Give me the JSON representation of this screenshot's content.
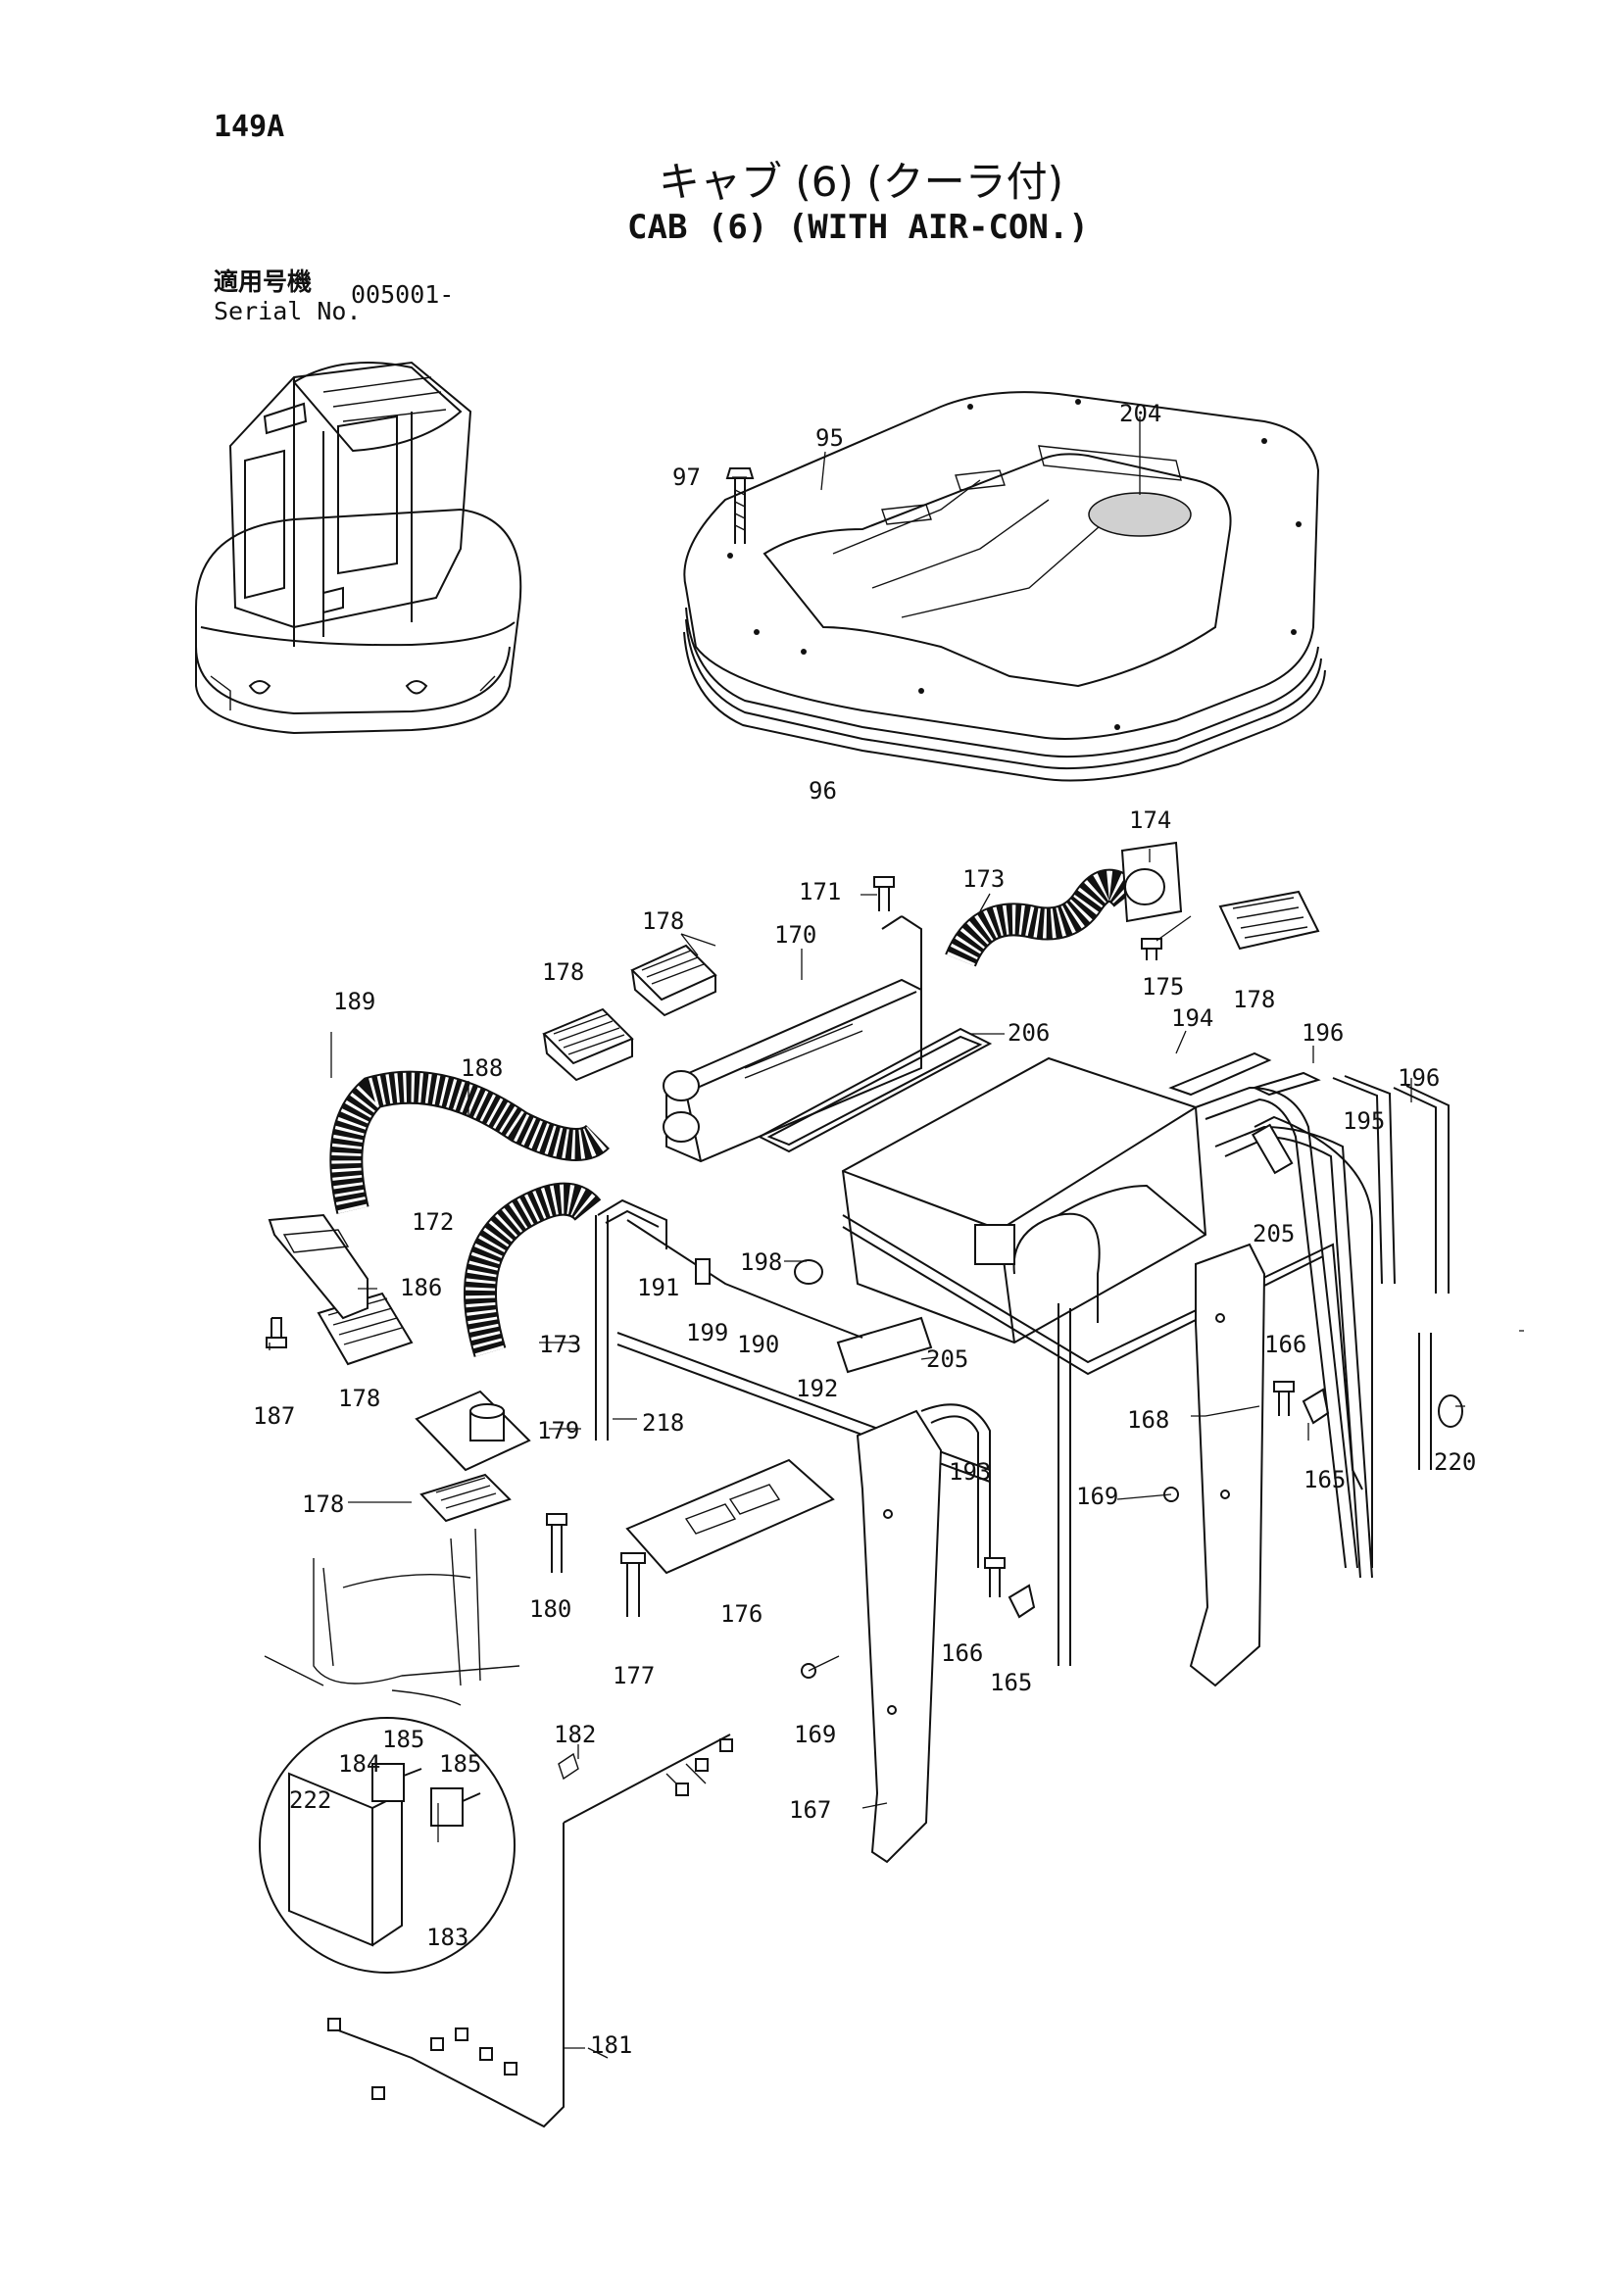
{
  "page_id": "149A",
  "title_jp": "キャブ (6) (クーラ付)",
  "title_en": "CAB (6) (WITH AIR-CON.)",
  "serial_label_jp": "適用号機",
  "serial_label_en": "Serial No.",
  "serial_value": "005001-",
  "callouts": {
    "c95": "95",
    "c96": "96",
    "c97": "97",
    "c204": "204",
    "c171": "171",
    "c173a": "173",
    "c174": "174",
    "c175": "175",
    "c178a": "178",
    "c178b": "178",
    "c178c": "178",
    "c178d": "178",
    "c178e": "178",
    "c170": "170",
    "c189": "189",
    "c188": "188",
    "c172": "172",
    "c206": "206",
    "c194": "194",
    "c196a": "196",
    "c196b": "196",
    "c195": "195",
    "c205a": "205",
    "c205b": "205",
    "c186": "186",
    "c187": "187",
    "c173b": "173",
    "c191": "191",
    "c198": "198",
    "c199": "199",
    "c190": "190",
    "c192": "192",
    "c166a": "166",
    "c166b": "166",
    "c168": "168",
    "c165a": "165",
    "c165b": "165",
    "c220": "220",
    "c179": "179",
    "c218": "218",
    "c193": "193",
    "c169a": "169",
    "c169b": "169",
    "c180": "180",
    "c176": "176",
    "c177": "177",
    "c182": "182",
    "c185a": "185",
    "c185b": "185",
    "c184": "184",
    "c222": "222",
    "c183": "183",
    "c167": "167",
    "c181": "181"
  }
}
